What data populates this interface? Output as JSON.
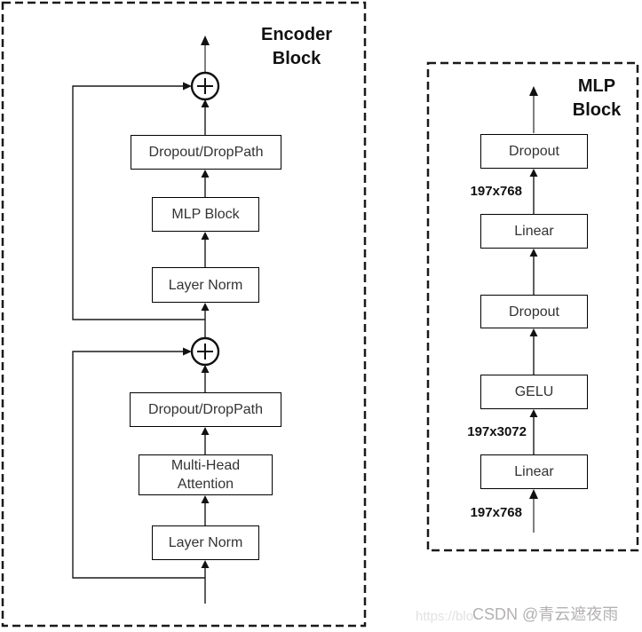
{
  "encoder_block": {
    "title": "Encoder Block",
    "boxes": [
      {
        "label": "Dropout/DropPath"
      },
      {
        "label": "MLP Block"
      },
      {
        "label": "Layer Norm"
      },
      {
        "label": "Dropout/DropPath"
      },
      {
        "label": "Multi-Head Attention"
      },
      {
        "label": "Layer Norm"
      }
    ],
    "add_icon": "+"
  },
  "mlp_block": {
    "title": "MLP Block",
    "boxes": [
      {
        "label": "Dropout"
      },
      {
        "label": "Linear"
      },
      {
        "label": "Dropout"
      },
      {
        "label": "GELU"
      },
      {
        "label": "Linear"
      }
    ],
    "dim_labels": [
      {
        "value": "197x768"
      },
      {
        "value": "197x3072"
      },
      {
        "value": "197x768"
      }
    ]
  },
  "watermark": {
    "url_fragment": "https://blo",
    "credit": "CSDN @青云遮夜雨"
  },
  "colors": {
    "line": "#1a1a1a",
    "gray_line": "#7f7f7f",
    "box_border": "#000000",
    "box_text": "#333333",
    "title_text": "#111111",
    "watermark_gray": "#b3b0b0",
    "watermark_light": "#e4e1e1",
    "background": "#ffffff"
  }
}
